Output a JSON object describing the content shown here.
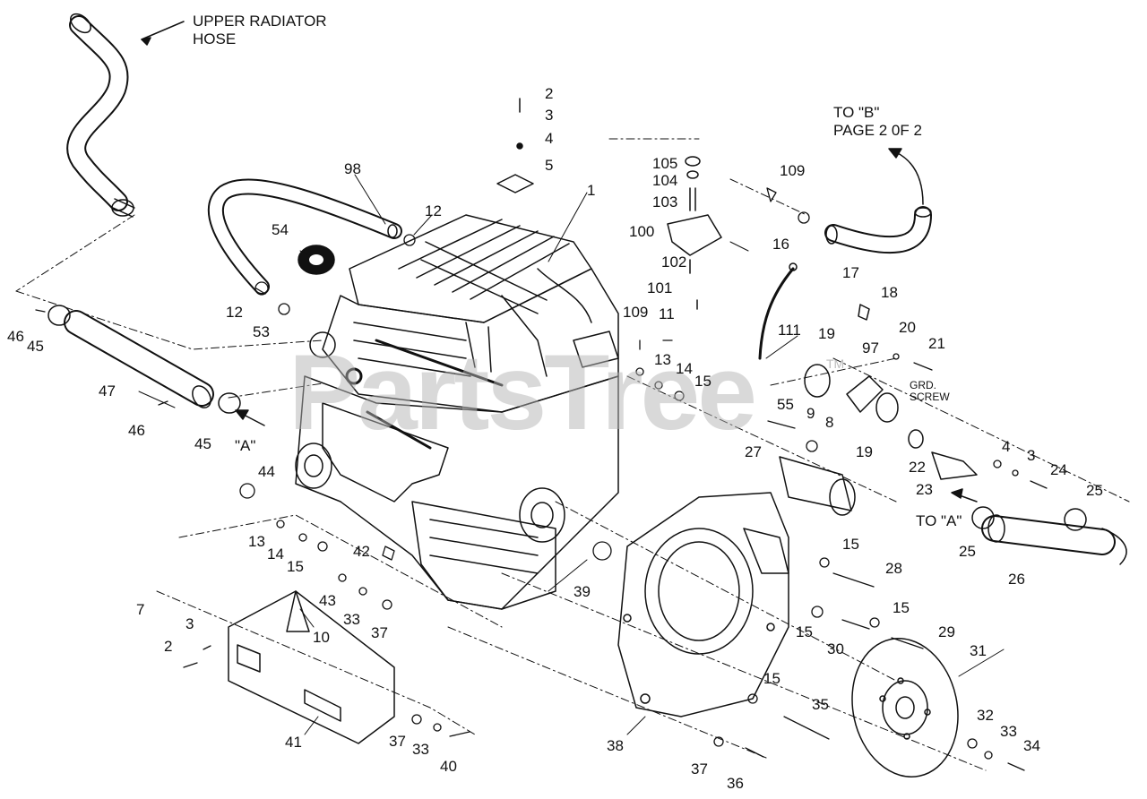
{
  "notes": {
    "upper_hose": "UPPER RADIATOR\nHOSE",
    "to_b": "TO \"B\"\nPAGE 2 0F 2",
    "to_a": "TO \"A\"",
    "a_marker": "\"A\"",
    "grd_screw": "GRD.\nSCREW"
  },
  "watermark": {
    "text": "PartsTree",
    "tm": "TM"
  },
  "callouts": {
    "c1": "1",
    "c2a": "2",
    "c2b": "2",
    "c3a": "3",
    "c3b": "3",
    "c3c": "3",
    "c4a": "4",
    "c4b": "4",
    "c5": "5",
    "c7": "7",
    "c8": "8",
    "c9": "9",
    "c10": "10",
    "c11": "11",
    "c12a": "12",
    "c12b": "12",
    "c13a": "13",
    "c13b": "13",
    "c14a": "14",
    "c14b": "14",
    "c15a": "15",
    "c15b": "15",
    "c15c": "15",
    "c15d": "15",
    "c15e": "15",
    "c15f": "15",
    "c16": "16",
    "c17": "17",
    "c18": "18",
    "c19a": "19",
    "c19b": "19",
    "c20": "20",
    "c21": "21",
    "c22": "22",
    "c23": "23",
    "c24": "24",
    "c25a": "25",
    "c25b": "25",
    "c26": "26",
    "c27": "27",
    "c28": "28",
    "c29": "29",
    "c30": "30",
    "c31": "31",
    "c32": "32",
    "c33a": "33",
    "c33b": "33",
    "c33c": "33",
    "c34": "34",
    "c35": "35",
    "c36": "36",
    "c37a": "37",
    "c37b": "37",
    "c37c": "37",
    "c38": "38",
    "c39": "39",
    "c40": "40",
    "c41": "41",
    "c42": "42",
    "c43": "43",
    "c44": "44",
    "c45a": "45",
    "c45b": "45",
    "c46a": "46",
    "c46b": "46",
    "c47": "47",
    "c53": "53",
    "c54": "54",
    "c55": "55",
    "c97": "97",
    "c98": "98",
    "c100": "100",
    "c101": "101",
    "c102": "102",
    "c103": "103",
    "c104": "104",
    "c105": "105",
    "c109a": "109",
    "c109b": "109",
    "c111": "111"
  }
}
